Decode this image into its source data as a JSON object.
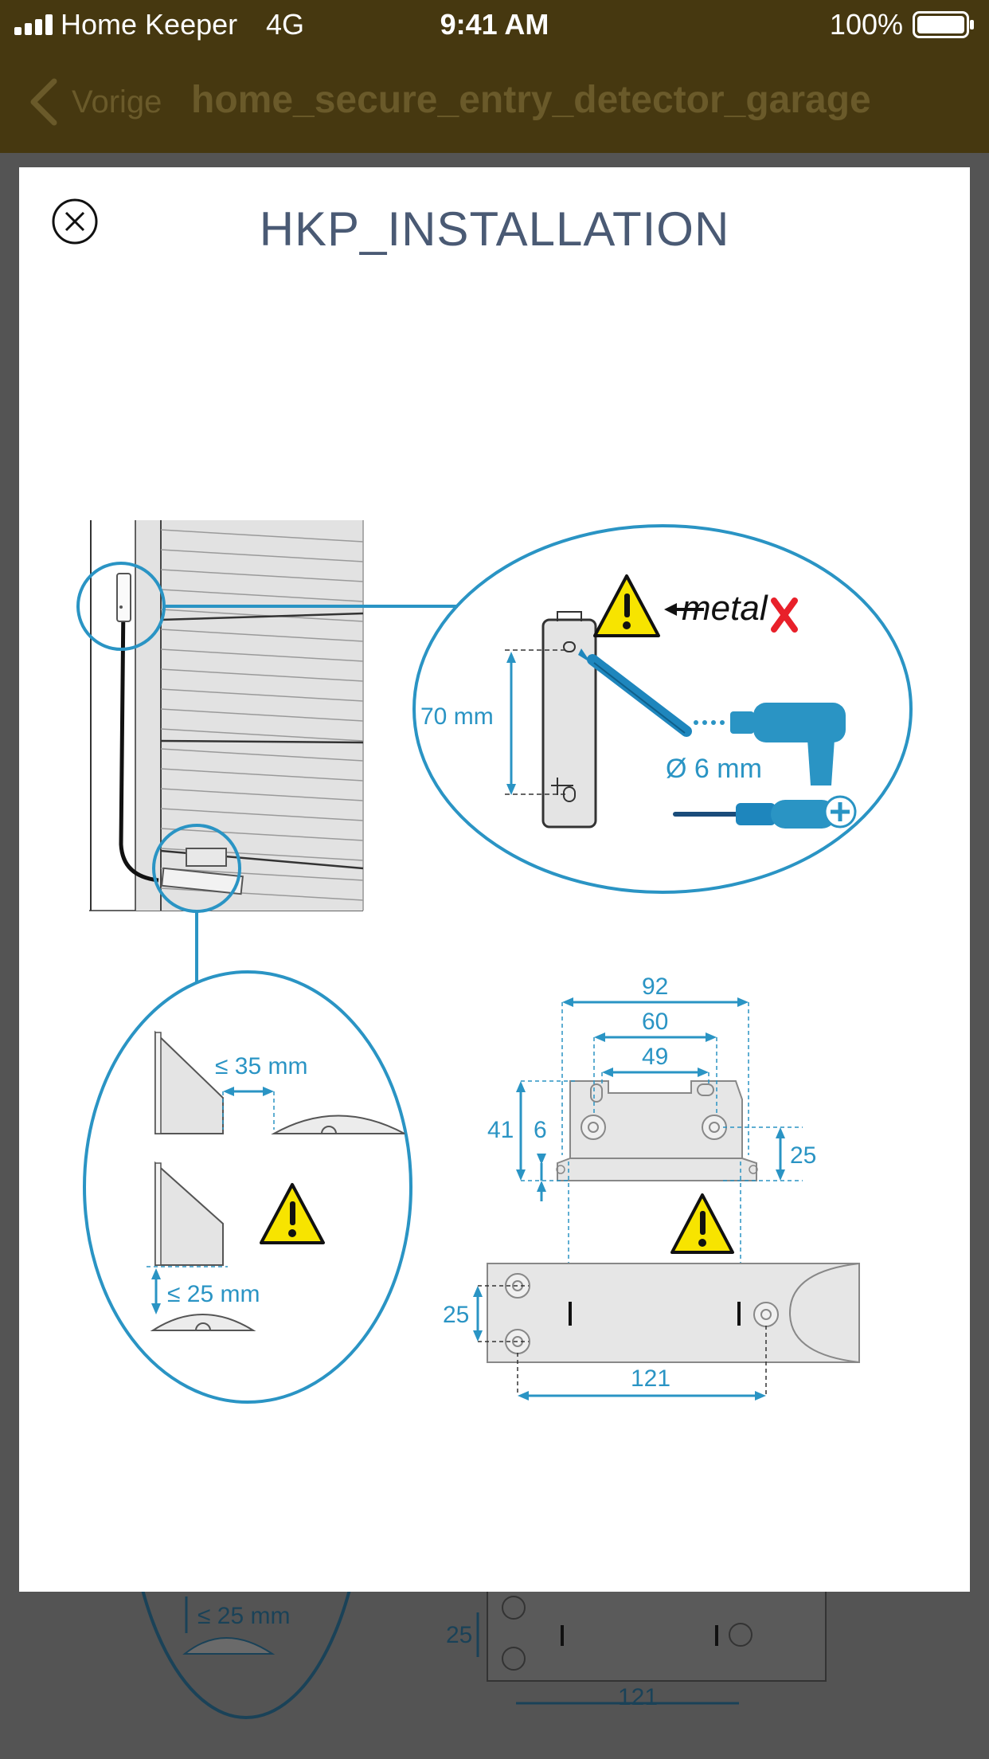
{
  "status_bar": {
    "carrier": "Home Keeper",
    "network": "4G",
    "time": "9:41 AM",
    "battery": "100%"
  },
  "nav": {
    "back_label": "Vorige",
    "title": "home_secure_entry_detector_garage"
  },
  "modal": {
    "title": "HKP_INSTALLATION"
  },
  "diagram": {
    "distance_70": "70 mm",
    "drill_diameter": "Ø 6 mm",
    "metal_word": "metal",
    "gap_35": "≤ 35 mm",
    "gap_25": "≤ 25 mm",
    "dim_92": "92",
    "dim_60": "60",
    "dim_49": "49",
    "dim_41": "41",
    "dim_6": "6",
    "dim_25_right": "25",
    "dim_25_left": "25",
    "dim_121": "121"
  },
  "colors": {
    "header_bg": "#463810",
    "accent_blue": "#2a94c4",
    "title_text": "#4a5a74"
  }
}
